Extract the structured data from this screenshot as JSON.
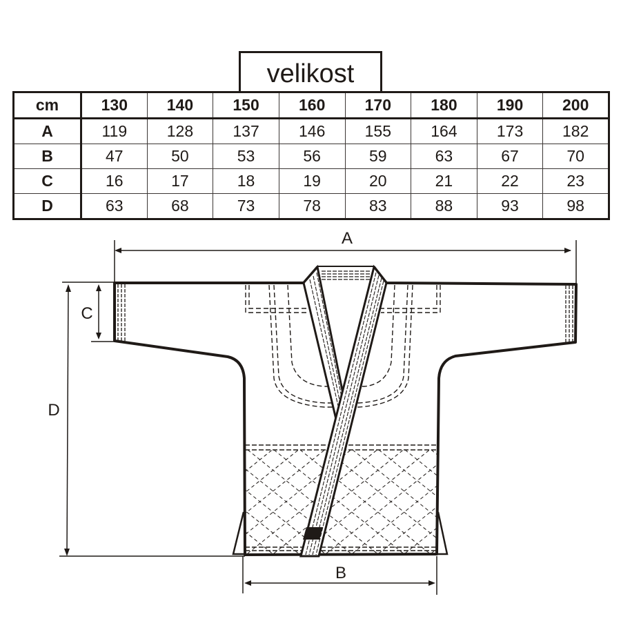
{
  "title": "velikost",
  "table": {
    "corner_label": "cm",
    "columns": [
      "130",
      "140",
      "150",
      "160",
      "170",
      "180",
      "190",
      "200"
    ],
    "rows": [
      {
        "label": "A",
        "values": [
          "119",
          "128",
          "137",
          "146",
          "155",
          "164",
          "173",
          "182"
        ]
      },
      {
        "label": "B",
        "values": [
          "47",
          "50",
          "53",
          "56",
          "59",
          "63",
          "67",
          "70"
        ]
      },
      {
        "label": "C",
        "values": [
          "16",
          "17",
          "18",
          "19",
          "20",
          "21",
          "22",
          "23"
        ]
      },
      {
        "label": "D",
        "values": [
          "63",
          "68",
          "73",
          "78",
          "83",
          "88",
          "93",
          "98"
        ]
      }
    ]
  },
  "diagram": {
    "subject": "kimono-jacket",
    "dimension_labels": {
      "A": "A",
      "B": "B",
      "C": "C",
      "D": "D"
    },
    "dimension_meanings": {
      "A": "sleeve-to-sleeve width",
      "B": "hem width",
      "C": "sleeve cuff height",
      "D": "jacket length"
    },
    "line_color": "#1f1a17"
  }
}
